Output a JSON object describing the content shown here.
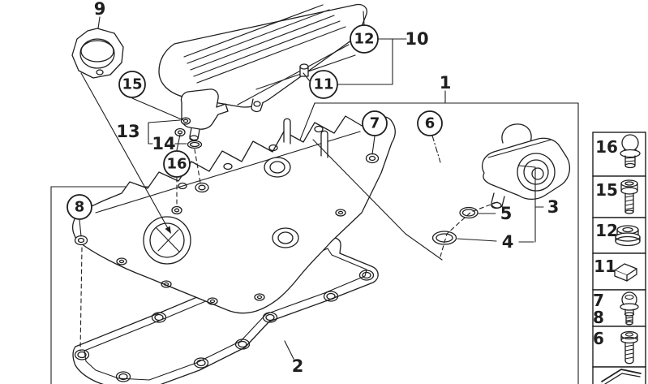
{
  "colors": {
    "background": "#ffffff",
    "line": "#1f1f1f"
  },
  "callouts": {
    "plain": {
      "p1": "1",
      "p2": "2",
      "p3": "3",
      "p4": "4",
      "p5": "5",
      "p9": "9",
      "p10": "10",
      "p13": "13",
      "p14": "14"
    },
    "circled": {
      "c6": "6",
      "c7": "7",
      "c8": "8",
      "c11": "11",
      "c12": "12",
      "c15": "15",
      "c16": "16"
    }
  },
  "legend": {
    "items": [
      {
        "number": "16",
        "icon": "ball-stud-bolt-icon"
      },
      {
        "number": "15",
        "icon": "cylinder-head-bolt-icon"
      },
      {
        "number": "12",
        "icon": "rubber-grommet-icon"
      },
      {
        "number": "11",
        "icon": "cover-cap-clip-icon"
      },
      {
        "number": "7",
        "number2": "8",
        "icon": "shoulder-screw-icon"
      },
      {
        "number": "6",
        "icon": "pan-head-screw-icon"
      },
      {
        "number": "",
        "icon": "continuation-arrow-icon"
      }
    ]
  }
}
